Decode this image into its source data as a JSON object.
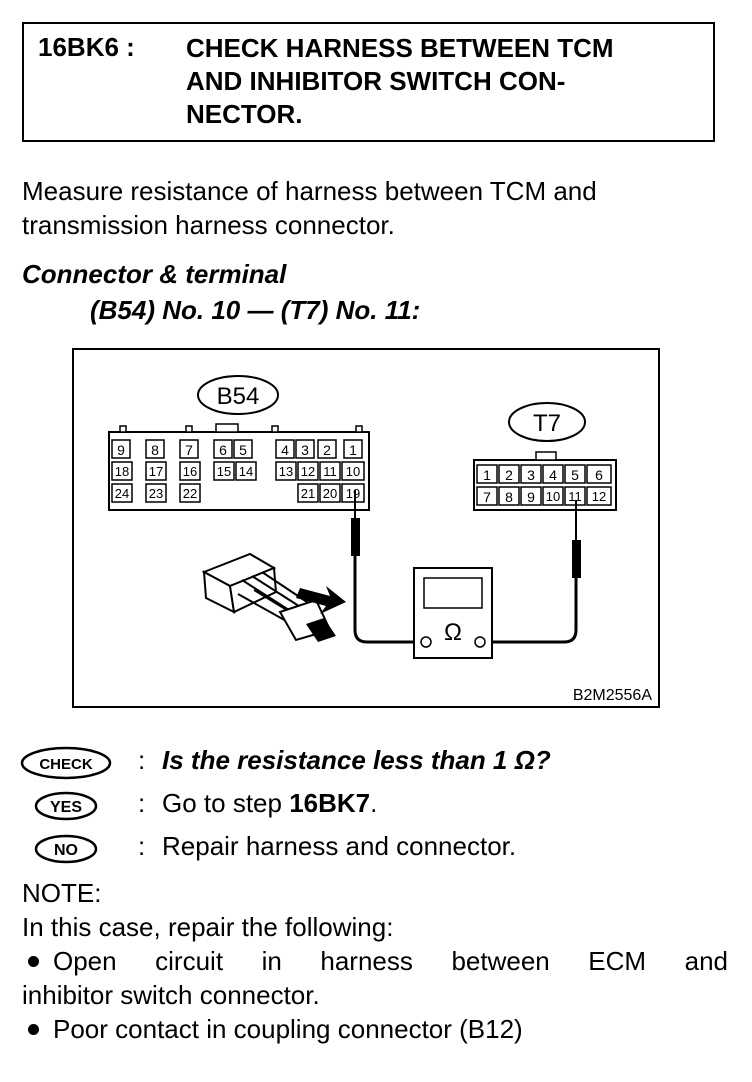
{
  "step": {
    "id": "16BK6 :",
    "title_lines": [
      "CHECK HARNESS BETWEEN TCM",
      "AND INHIBITOR SWITCH CON-",
      "NECTOR."
    ]
  },
  "intro_lines": [
    "Measure resistance of harness between TCM and",
    "transmission harness connector."
  ],
  "connector": {
    "heading": "Connector & terminal",
    "detail": "(B54) No. 10 — (T7) No. 11:"
  },
  "figure": {
    "b54_label": "B54",
    "t7_label": "T7",
    "b54_pins": {
      "row1": [
        "9",
        "8",
        "7",
        "6",
        "5",
        "4",
        "3",
        "2",
        "1"
      ],
      "row2": [
        "18",
        "17",
        "16",
        "15",
        "14",
        "13",
        "12",
        "11",
        "10"
      ],
      "row3": [
        "24",
        "23",
        "22",
        "21",
        "20",
        "19"
      ]
    },
    "t7_pins": {
      "row1": [
        "1",
        "2",
        "3",
        "4",
        "5",
        "6"
      ],
      "row2": [
        "7",
        "8",
        "9",
        "10",
        "11",
        "12"
      ]
    },
    "meter_symbol": "Ω",
    "code": "B2M2556A"
  },
  "checks": {
    "check_badge": "CHECK",
    "check_question": "Is the resistance less than 1 Ω?",
    "yes_badge": "YES",
    "yes_prefix": "Go to step ",
    "yes_step": "16BK7",
    "yes_suffix": ".",
    "no_badge": "NO",
    "no_action": "Repair harness and connector."
  },
  "note": {
    "label": "NOTE:",
    "intro": "In this case, repair the following:",
    "bullets": [
      [
        "Open circuit in harness between ECM and",
        "inhibitor switch connector."
      ],
      [
        "Poor contact in coupling connector (B12)"
      ]
    ]
  },
  "colon": ":"
}
